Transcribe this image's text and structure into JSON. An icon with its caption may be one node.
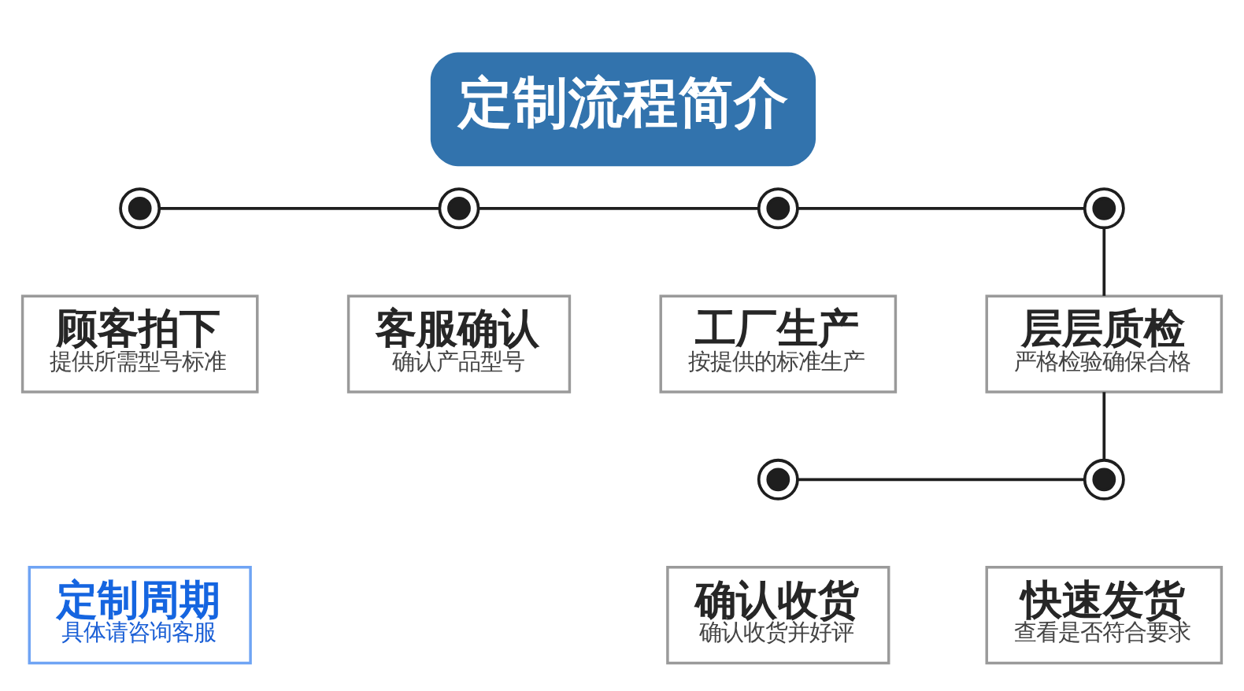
{
  "diagram": {
    "title": "定制流程简介",
    "nodes": [
      {
        "text": [],
        "shape": "circle"
      },
      {
        "text": [],
        "shape": "circle"
      },
      {
        "text": [],
        "shape": "circle"
      },
      {
        "text": [],
        "shape": "circle"
      },
      {
        "text": [
          "顾客拍下",
          "提供所需型号标准"
        ]
      },
      {
        "text": [
          "客服确认",
          "确认产品型号"
        ]
      },
      {
        "text": [
          "工厂生产",
          "按提供的标准生产"
        ]
      },
      {
        "text": [
          "层层质检",
          "严格检验确保合格"
        ]
      },
      {
        "text": [],
        "shape": "circle"
      },
      {
        "text": [],
        "shape": "circle"
      },
      {
        "text": [
          "定制周期",
          "具体请咨询客服"
        ]
      },
      {
        "text": [
          "确认收货",
          "确认收货并好评"
        ]
      },
      {
        "text": [
          "快速发货",
          "查看是否符合要求"
        ]
      }
    ],
    "edges": [
      {
        "from": 0,
        "to": 1,
        "arrow": "none"
      },
      {
        "from": 1,
        "to": 2,
        "arrow": "none"
      },
      {
        "from": 2,
        "to": 3,
        "arrow": "none"
      },
      {
        "from": 3,
        "to": 7,
        "arrow": "none"
      },
      {
        "from": 7,
        "to": 9,
        "arrow": "none"
      },
      {
        "from": 8,
        "to": 9,
        "arrow": "none"
      }
    ]
  }
}
